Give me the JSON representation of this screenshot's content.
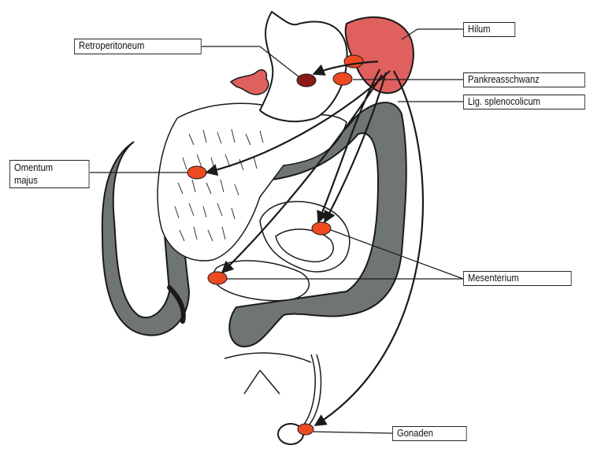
{
  "labels": {
    "hilum": "Hilum",
    "retroperitoneum": "Retroperitoneum",
    "pankreasschwanz": "Pankreasschwanz",
    "lig_splenocolicum": "Lig. splenocolicum",
    "omentum_line1": "Omentum",
    "omentum_line2": "majus",
    "mesenterium": "Mesenterium",
    "gonaden": "Gonaden"
  },
  "colors": {
    "spleen": "#e0605e",
    "spot": "#ee4a22",
    "retro_spot": "#8a1a16",
    "colon": "#6f7570",
    "outline": "#1a1a1a"
  }
}
